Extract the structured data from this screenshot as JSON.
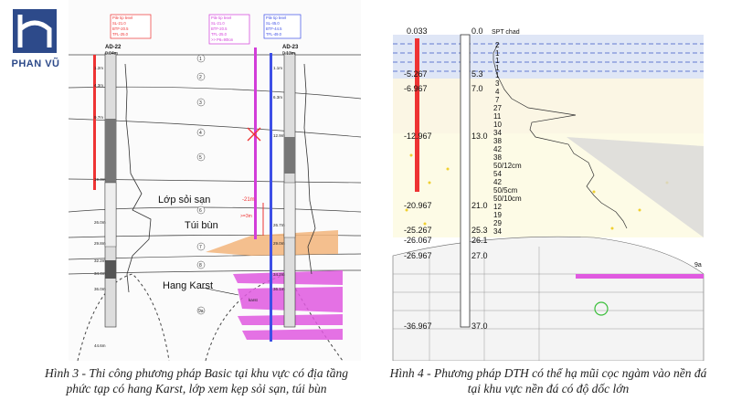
{
  "logo": {
    "name": "PHAN VŨ"
  },
  "fig3": {
    "pile_left": {
      "l1": "Pile tip level",
      "l2": "SL-21.0",
      "l3": "BTF-20.5",
      "l4": "TFL-25.0"
    },
    "pile_mid": {
      "l1": "Pile tip level",
      "l2": "SL-21.0",
      "l3": "BTF-20.5",
      "l4": "TFL-25.0",
      "l5": ">> P6=90ton"
    },
    "pile_right": {
      "l1": "Pile tip level",
      "l2": "SL-45.0",
      "l3": "BTF-44.5",
      "l4": "TFL-49.0"
    },
    "bh_left": {
      "name": "AD-22",
      "elev": "0.04m"
    },
    "bh_right": {
      "name": "AD-23",
      "elev": "0.13m"
    },
    "depths_left": [
      "1.2m",
      "4.3m",
      "9.7m",
      "19.3m",
      "26.0m",
      "29.8m",
      "32.2m",
      "34.4m",
      "36.0m",
      "44.6m"
    ],
    "depths_right": [
      "1.1m",
      "6.3m",
      "12.9m",
      "26.7m",
      "29.0m",
      "34.2m",
      "36.1m"
    ],
    "layers": [
      "1",
      "2",
      "3",
      "4",
      "5",
      "6",
      "7",
      "8",
      "9a"
    ],
    "note_21": "-21m",
    "note_3": ">=3m",
    "label_gravel": "Lớp sỏi sạn",
    "label_mud": "Túi bùn",
    "label_karst": "Hang Karst",
    "karst_word": "karst"
  },
  "fig4": {
    "top_label": "0.033",
    "spt_zero": "0.0",
    "spt_label": "SPT chad",
    "elevations": [
      "-5.267",
      "-6.967",
      "-12.967",
      "-20.967",
      "-25.267",
      "-26.067",
      "-26.967",
      "-36.967"
    ],
    "depths": [
      "5.3",
      "7.0",
      "13.0",
      "21.0",
      "25.3",
      "26.1",
      "27.0",
      "37.0"
    ],
    "spt": [
      "2",
      "1",
      "1",
      "1",
      "1",
      "3",
      "4",
      "7",
      "27",
      "11",
      "10",
      "34",
      "38",
      "42",
      "38",
      "50/12cm",
      "54",
      "42",
      "50/5cm",
      "50/10cm",
      "12",
      "19",
      "29",
      "34"
    ],
    "zone_label": "9a"
  },
  "captions": {
    "fig3": "Hình 3 - Thi công phương pháp Basic tại khu vực có địa tầng phức tạp có hang Karst, lớp xem kẹp sỏi sạn, túi bùn",
    "fig4": "Hình 4 - Phương pháp DTH có thể hạ mũi cọc ngàm vào nền đá tại khu vực nền đá có độ dốc lớn"
  }
}
